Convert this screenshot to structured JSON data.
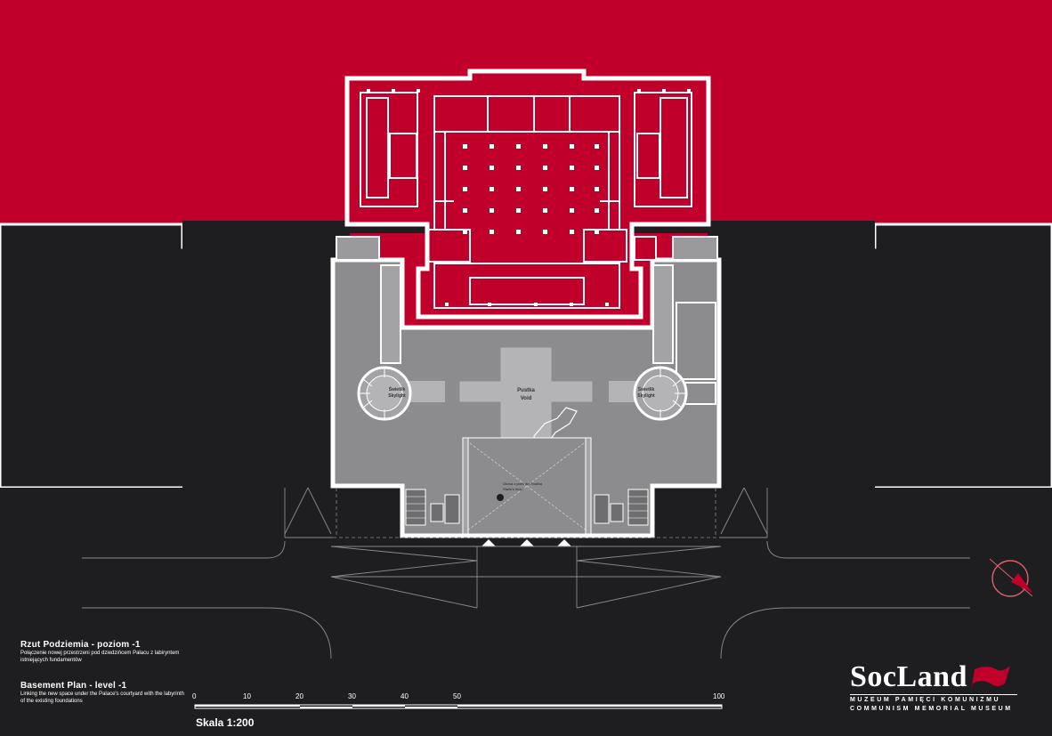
{
  "colors": {
    "background": "#1e1e20",
    "site": "#c0002a",
    "wall": "#ffffff",
    "new_space": "#8c8c8e",
    "void": "#b4b4b6",
    "dark_cell": "#555557"
  },
  "labels": {
    "skylight_left": [
      "Świetlik",
      "Skylight"
    ],
    "skylight_right": [
      "Świetlik",
      "Skylight"
    ],
    "void": [
      "Pustka",
      "Void"
    ],
    "statue": [
      "Głowa z pomnika Stalina",
      "Stalin's head"
    ]
  },
  "caption": {
    "pl_title": "Rzut Podziemia - poziom -1",
    "pl_sub": "Połączenie nowej przestrzeni pod dziedzińcem Pałacu z labiryntem istniejących fundamentów",
    "en_title": "Basement Plan - level -1",
    "en_sub": "Linking the new space under the Palace's courtyard with the labyrinth of the existing foundations"
  },
  "scale": {
    "ticks": [
      "0",
      "10",
      "20",
      "30",
      "40",
      "50",
      "100"
    ],
    "label": "Skala 1:200"
  },
  "logo": {
    "name": "SocLand",
    "line1": "MUZEUM PAMIĘCI KOMUNIZMU",
    "line2": "COMMUNISM MEMORIAL MUSEUM"
  },
  "icons": {
    "north_arrow": "north-arrow-icon",
    "flag": "red-flag-icon",
    "entrance": "triangle-up-icon"
  }
}
